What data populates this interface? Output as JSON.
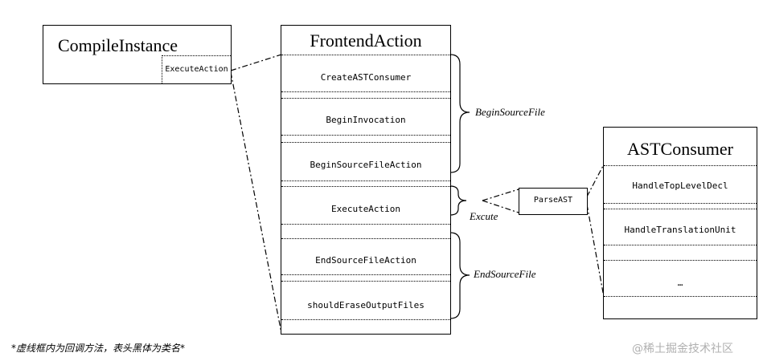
{
  "compile_instance": {
    "title": "CompileInstance",
    "method": "ExecuteAction"
  },
  "frontend_action": {
    "title": "FrontendAction",
    "methods": [
      "CreateASTConsumer",
      "BeginInvocation",
      "BeginSourceFileAction",
      "ExecuteAction",
      "EndSourceFileAction",
      "shouldEraseOutputFiles"
    ]
  },
  "braces": {
    "begin": "BeginSourceFile",
    "execute": "Excute",
    "end": "EndSourceFile"
  },
  "parse_ast": {
    "label": "ParseAST"
  },
  "ast_consumer": {
    "title": "ASTConsumer",
    "methods": [
      "HandleTopLevelDecl",
      "HandleTranslationUnit",
      "…"
    ]
  },
  "footnote": "*虚线框内为回调方法，表头黑体为类名*",
  "watermark": "@稀土掘金技术社区"
}
